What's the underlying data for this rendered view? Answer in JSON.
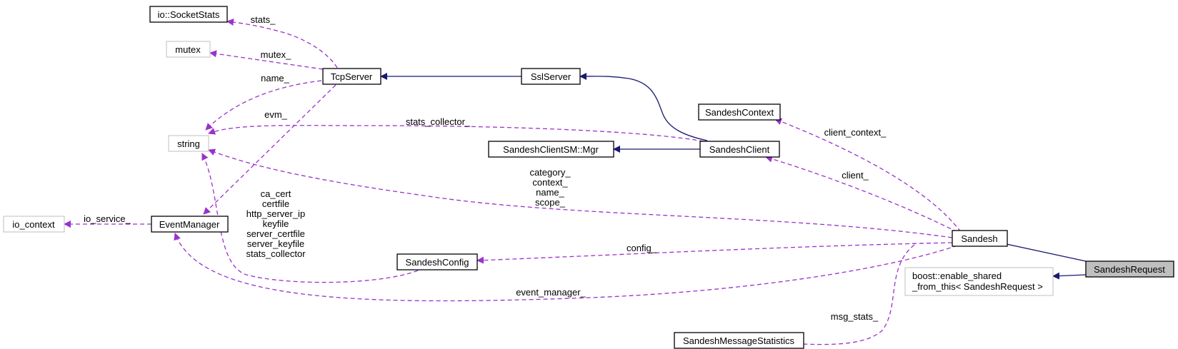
{
  "colors": {
    "inheritance": "#191970",
    "usage": "#9a32cd",
    "focus_fill": "#bfbfbf",
    "external_border": "#bfbfbf"
  },
  "nodes": {
    "socketstats": "io::SocketStats",
    "mutex": "mutex",
    "string": "string",
    "io_context": "io_context",
    "eventmanager": "EventManager",
    "tcpserver": "TcpServer",
    "sslserver": "SslServer",
    "sandeshclientsm": "SandeshClientSM::Mgr",
    "sandeshcontext": "SandeshContext",
    "sandeshclient": "SandeshClient",
    "sandeshconfig": "SandeshConfig",
    "sandesh": "Sandesh",
    "enable_shared_line1": "boost::enable_shared",
    "enable_shared_line2": "_from_this< SandeshRequest >",
    "sandeshmessagestatistics": "SandeshMessageStatistics",
    "sandeshrequest": "SandeshRequest"
  },
  "edge_labels": {
    "stats": "stats_",
    "mutex": "mutex_",
    "name": "name_",
    "evm": "evm_",
    "stats_collector": "stats_collector_",
    "io_service": "io_service_",
    "client_context": "client_context_",
    "client": "client_",
    "sandesh_strings": [
      "category_",
      "context_",
      "name_",
      "scope_"
    ],
    "config_strings": [
      "ca_cert",
      "certfile",
      "http_server_ip",
      "keyfile",
      "server_certfile",
      "server_keyfile",
      "stats_collector"
    ],
    "config": "config_",
    "event_manager": "event_manager_",
    "msg_stats": "msg_stats_"
  }
}
